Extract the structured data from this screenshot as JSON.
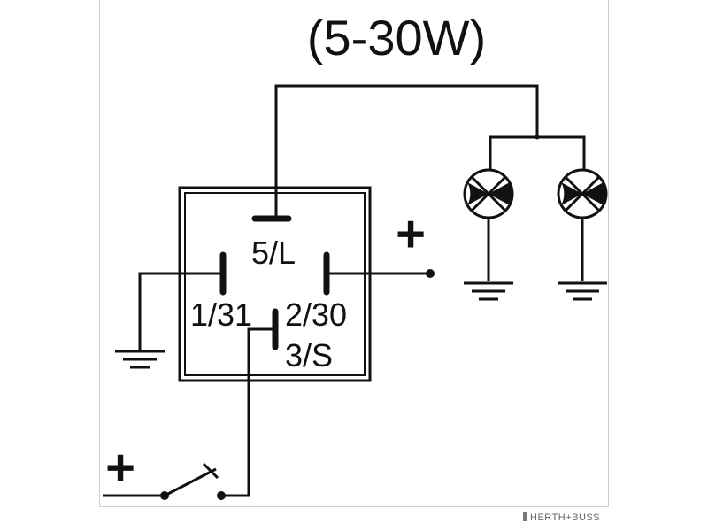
{
  "title": "(5-30W)",
  "terminals": {
    "t5": "5/L",
    "t1": "1/31",
    "t2": "2/30",
    "t3": "3/S"
  },
  "signs": {
    "plus_right": "+",
    "plus_switch": "+"
  },
  "brand": "HERTH+BUSS",
  "colors": {
    "ink": "#111111",
    "background": "#ffffff"
  }
}
